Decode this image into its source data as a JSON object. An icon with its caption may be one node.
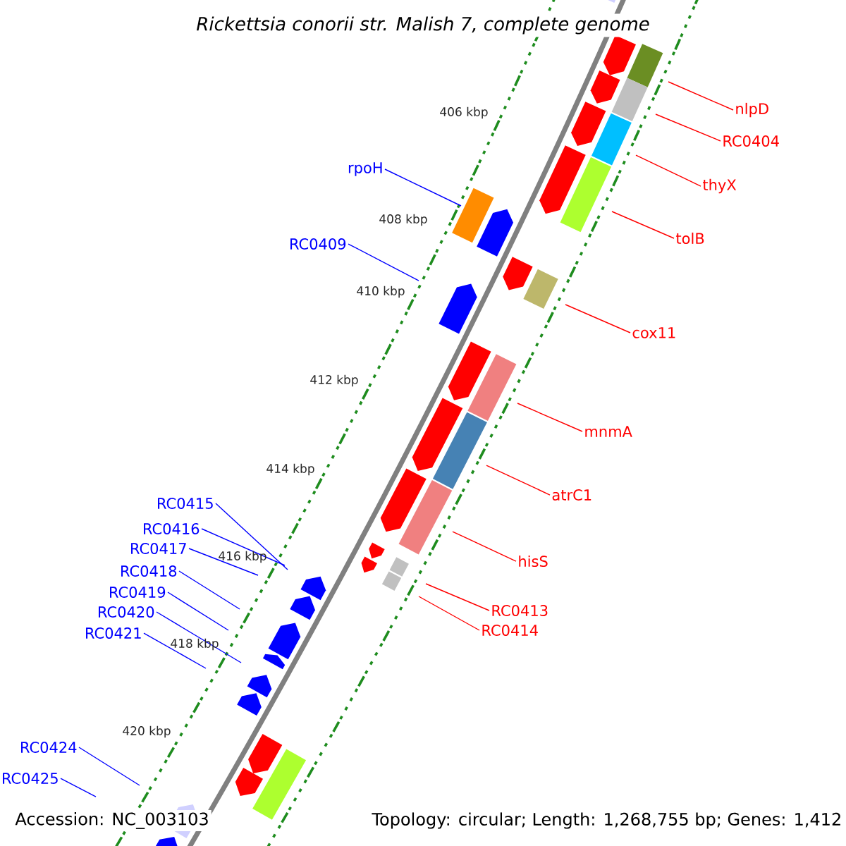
{
  "diagram": {
    "title": "Rickettsia conorii str. Malish 7, complete genome",
    "nodes": [
      {
        "text": [
          "nlpD"
        ]
      },
      {
        "text": [
          "RC0404"
        ]
      },
      {
        "text": [
          "rpoH"
        ]
      },
      {
        "text": [
          "thyX"
        ]
      },
      {
        "text": [
          "tolB"
        ]
      },
      {
        "text": [
          "RC0409"
        ]
      },
      {
        "text": [
          "cox11"
        ]
      },
      {
        "text": [
          "mnmA"
        ]
      },
      {
        "text": [
          "atrC1"
        ]
      },
      {
        "text": [
          "RC0415"
        ]
      },
      {
        "text": [
          "RC0416"
        ]
      },
      {
        "text": [
          "RC0417"
        ]
      },
      {
        "text": [
          "hisS"
        ]
      },
      {
        "text": [
          "RC0418"
        ]
      },
      {
        "text": [
          "RC0419"
        ]
      },
      {
        "text": [
          "RC0413"
        ]
      },
      {
        "text": [
          "RC0420"
        ]
      },
      {
        "text": [
          "RC0414"
        ]
      },
      {
        "text": [
          "RC0421"
        ]
      },
      {
        "text": [
          "RC0424"
        ]
      },
      {
        "text": [
          "RC0425"
        ]
      }
    ],
    "edges": [
      {
        "from": 0,
        "to": null,
        "arrow": "none",
        "color": "#ff0000"
      },
      {
        "from": 1,
        "to": null,
        "arrow": "none",
        "color": "#ff0000"
      },
      {
        "from": 2,
        "to": null,
        "arrow": "none"
      },
      {
        "from": 3,
        "to": null,
        "arrow": "none",
        "color": "#ff0000"
      },
      {
        "from": 4,
        "to": null,
        "arrow": "none",
        "color": "#ff0000"
      },
      {
        "from": 5,
        "to": null,
        "arrow": "none"
      },
      {
        "from": 6,
        "to": null,
        "arrow": "none",
        "color": "#ff0000"
      },
      {
        "from": 7,
        "to": null,
        "arrow": "none",
        "color": "#ff0000"
      },
      {
        "from": 8,
        "to": null,
        "arrow": "none",
        "color": "#ff0000"
      },
      {
        "from": 9,
        "to": null,
        "arrow": "none"
      },
      {
        "from": 10,
        "to": null,
        "arrow": "none"
      },
      {
        "from": 11,
        "to": null,
        "arrow": "none"
      },
      {
        "from": 12,
        "to": null,
        "arrow": "none",
        "color": "#ff0000"
      },
      {
        "from": 13,
        "to": null,
        "arrow": "none"
      },
      {
        "from": 14,
        "to": null,
        "arrow": "none"
      },
      {
        "from": 15,
        "to": null,
        "arrow": "none",
        "color": "#ff0000"
      },
      {
        "from": 16,
        "to": null,
        "arrow": "none"
      },
      {
        "from": 17,
        "to": null,
        "arrow": "none",
        "color": "#ff0000"
      },
      {
        "from": 18,
        "to": null,
        "arrow": "none"
      },
      {
        "from": 19,
        "to": null,
        "arrow": "none"
      },
      {
        "from": 20,
        "to": null,
        "arrow": "none"
      }
    ],
    "labels": [
      "406 kbp",
      "408 kbp",
      "410 kbp",
      "412 kbp",
      "414 kbp",
      "416 kbp",
      "418 kbp",
      "420 kbp",
      "Accession: NC_003103",
      "Topology: circular; Length: 1,268,755 bp; Genes: 1,412"
    ]
  }
}
